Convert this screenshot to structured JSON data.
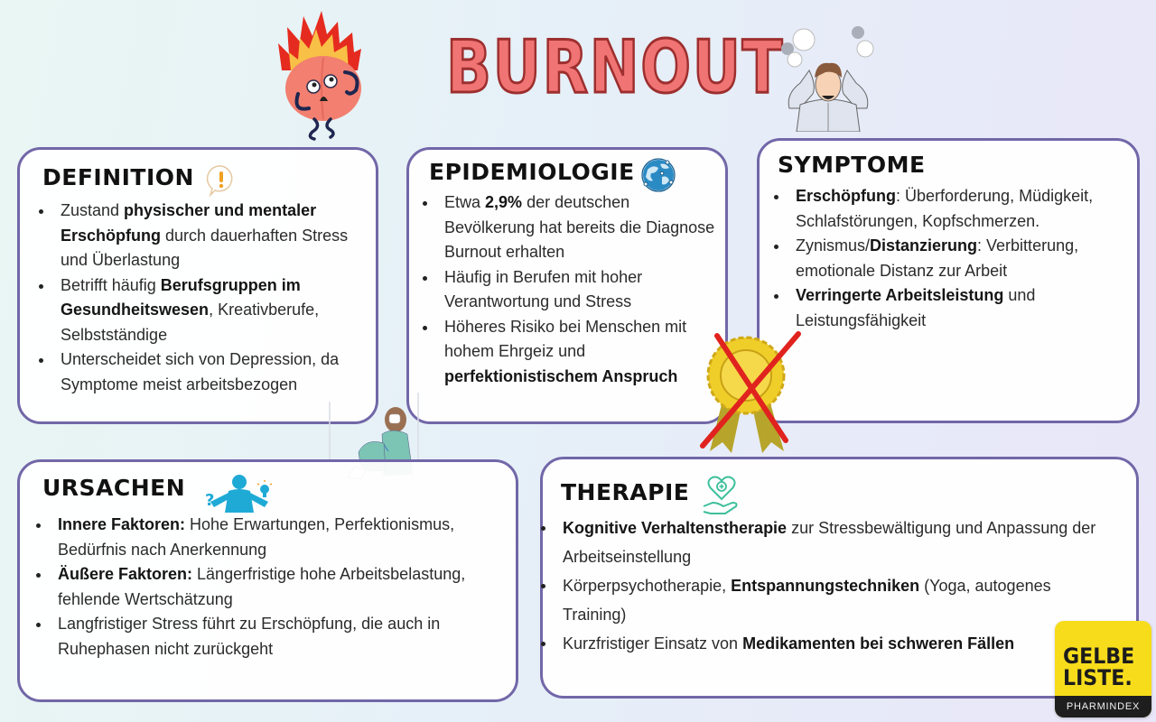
{
  "header": {
    "title": "BURNOUT"
  },
  "cards": {
    "definition": {
      "title": "DEFINITION",
      "icon": "exclamation-speech-bubble-icon",
      "items": [
        {
          "parts": [
            {
              "t": "Zustand "
            },
            {
              "t": "physischer und mentaler Erschöpfung",
              "b": true
            },
            {
              "t": " durch dauerhaften Stress und Überlastung"
            }
          ]
        },
        {
          "parts": [
            {
              "t": "Betrifft häufig "
            },
            {
              "t": "Berufsgruppen im Gesundheitswesen",
              "b": true
            },
            {
              "t": ", Kreativberufe, Selbstständige"
            }
          ]
        },
        {
          "parts": [
            {
              "t": "Unterscheidet sich von Depression, da Symptome meist arbeitsbezogen"
            }
          ]
        }
      ]
    },
    "epidemiologie": {
      "title": "EPIDEMIOLOGIE",
      "icon": "globe-network-icon",
      "items": [
        {
          "parts": [
            {
              "t": "Etwa "
            },
            {
              "t": "2,9%",
              "b": true
            },
            {
              "t": " der deutschen Bevölkerung hat bereits die Diagnose Burnout erhalten"
            }
          ]
        },
        {
          "parts": [
            {
              "t": "Häufig in Berufen mit hoher Verantwortung und Stress"
            }
          ]
        },
        {
          "parts": [
            {
              "t": "Höheres Risiko bei Menschen mit hohem Ehrgeiz und "
            },
            {
              "t": "perfektionistischem Anspruch",
              "b": true
            }
          ]
        }
      ]
    },
    "symptome": {
      "title": "SYMPTOME",
      "items": [
        {
          "parts": [
            {
              "t": "Erschöpfung",
              "b": true
            },
            {
              "t": ": Überforderung, Müdigkeit, Schlafstörungen, Kopfschmerzen."
            }
          ]
        },
        {
          "parts": [
            {
              "t": "Zynismus/"
            },
            {
              "t": "Distanzierung",
              "b": true
            },
            {
              "t": ": Verbitterung, emotionale Distanz zur Arbeit"
            }
          ]
        },
        {
          "parts": [
            {
              "t": "Verringerte Arbeitsleistung",
              "b": true
            },
            {
              "t": " und Leistungsfähigkeit"
            }
          ]
        }
      ]
    },
    "ursachen": {
      "title": "URSACHEN",
      "icon": "person-question-idea-icon",
      "items": [
        {
          "parts": [
            {
              "t": "Innere Faktoren:",
              "b": true
            },
            {
              "t": " Hohe Erwartungen, Perfektionismus, Bedürfnis nach Anerkennung"
            }
          ]
        },
        {
          "parts": [
            {
              "t": "Äußere Faktoren:",
              "b": true
            },
            {
              "t": " Längerfristige hohe Arbeitsbelastung, fehlende Wertschätzung"
            }
          ]
        },
        {
          "parts": [
            {
              "t": "Langfristiger Stress führt zu Erschöpfung, die auch in Ruhephasen nicht zurückgeht"
            }
          ]
        }
      ]
    },
    "therapie": {
      "title": "THERAPIE",
      "icon": "heart-in-hand-icon",
      "items": [
        {
          "parts": [
            {
              "t": "Kognitive Verhaltenstherapie",
              "b": true
            },
            {
              "t": " zur Stressbewältigung und Anpassung der Arbeitseinstellung"
            }
          ]
        },
        {
          "parts": [
            {
              "t": "Körperpsychotherapie, "
            },
            {
              "t": "Entspannungstechniken",
              "b": true
            },
            {
              "t": " (Yoga, autogenes Training)"
            }
          ]
        },
        {
          "parts": [
            {
              "t": "Kurzfristiger Einsatz von "
            },
            {
              "t": "Medikamenten bei schweren Fällen",
              "b": true
            }
          ]
        }
      ]
    }
  },
  "illustrations": {
    "brain": "burning-brain-illustration",
    "stressed_man": "stressed-man-illustration",
    "nurse": "exhausted-nurse-illustration",
    "medal": "crossed-out-medal-illustration"
  },
  "logo": {
    "line1": "GELBE",
    "line2": "LISTE.",
    "subline": "PHARMINDEX",
    "bg_color": "#f7dc1b"
  },
  "colors": {
    "title_fill": "#f07473",
    "title_stroke": "#9d2f2f",
    "card_border": "#7267a8",
    "icon_teal": "#1f9bd0",
    "icon_green": "#3dbf9a",
    "icon_orange": "#e6a23c"
  }
}
